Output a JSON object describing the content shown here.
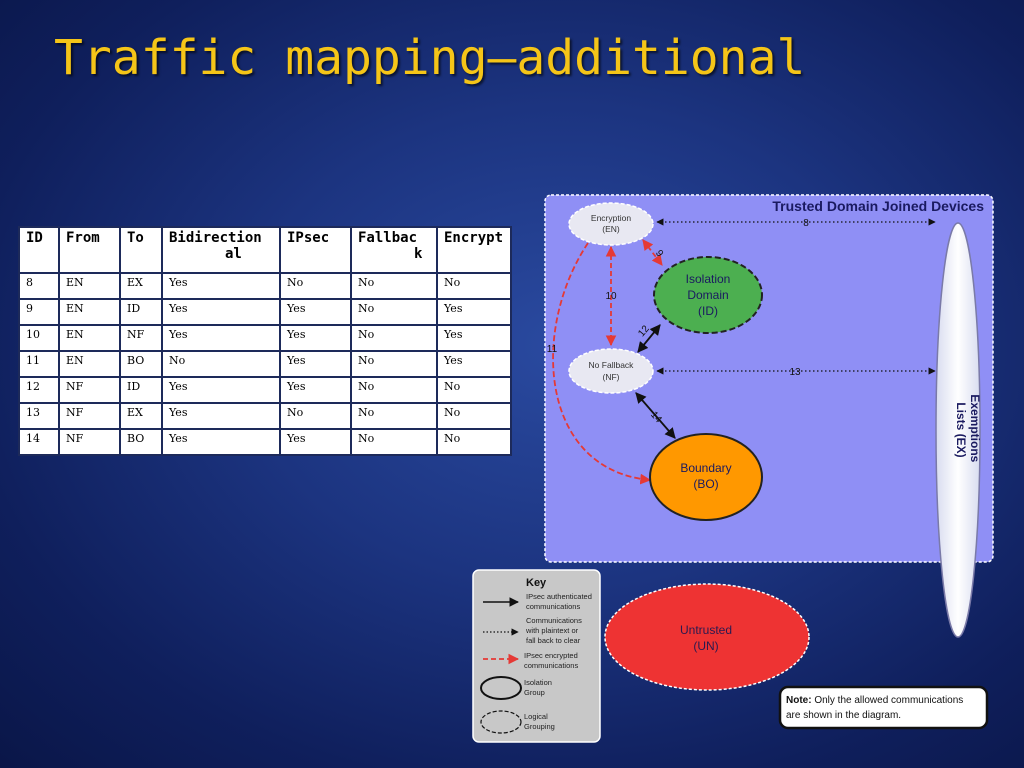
{
  "slide": {
    "title": "Traffic mapping—additional"
  },
  "table": {
    "headers": [
      "ID",
      "From",
      "To",
      "Bidirectional",
      "IPsec",
      "Fallback",
      "Encrypt"
    ],
    "header_display": [
      "ID",
      "From",
      "To",
      "Bidirection\nal",
      "IPsec",
      "Fallbac\nk",
      "Encrypt"
    ],
    "rows": [
      [
        "8",
        "EN",
        "EX",
        "Yes",
        "No",
        "No",
        "No"
      ],
      [
        "9",
        "EN",
        "ID",
        "Yes",
        "Yes",
        "No",
        "Yes"
      ],
      [
        "10",
        "EN",
        "NF",
        "Yes",
        "Yes",
        "No",
        "Yes"
      ],
      [
        "11",
        "EN",
        "BO",
        "No",
        "Yes",
        "No",
        "Yes"
      ],
      [
        "12",
        "NF",
        "ID",
        "Yes",
        "Yes",
        "No",
        "No"
      ],
      [
        "13",
        "NF",
        "EX",
        "Yes",
        "No",
        "No",
        "No"
      ],
      [
        "14",
        "NF",
        "BO",
        "Yes",
        "Yes",
        "No",
        "No"
      ]
    ]
  },
  "diagram": {
    "trusted_label": "Trusted Domain Joined Devices",
    "nodes": {
      "en": {
        "line1": "Encryption",
        "line2": "(EN)"
      },
      "id": {
        "line1": "Isolation",
        "line2": "Domain",
        "line3": "(ID)"
      },
      "nf": {
        "line1": "No Fallback",
        "line2": "(NF)"
      },
      "bo": {
        "line1": "Boundary",
        "line2": "(BO)"
      },
      "ex": {
        "line1": "Exemptions",
        "line2": "Lists (EX)"
      },
      "un": {
        "line1": "Untrusted",
        "line2": "(UN)"
      }
    },
    "edges": {
      "e8": "8",
      "e9": "9",
      "e10": "10",
      "e11": "11",
      "e12": "12",
      "e13": "13",
      "e14": "14"
    },
    "colors": {
      "trusted_bg": "#8f8ff5",
      "id_green": "#4caf50",
      "bo_orange": "#ff9800",
      "un_red": "#ee3333",
      "encrypted_red": "#e53935"
    }
  },
  "key": {
    "title": "Key",
    "items": [
      {
        "lines": [
          "IPsec authenticated",
          "communications"
        ]
      },
      {
        "lines": [
          "Communications",
          "with plaintext or",
          "fall back to clear"
        ]
      },
      {
        "lines": [
          "IPsec encrypted",
          "communications"
        ]
      },
      {
        "lines": [
          "Isolation",
          "Group"
        ]
      },
      {
        "lines": [
          "Logical",
          "Grouping"
        ]
      }
    ]
  },
  "note": {
    "bold": "Note:",
    "line1": " Only the allowed communications",
    "line2": "are shown in the diagram."
  }
}
